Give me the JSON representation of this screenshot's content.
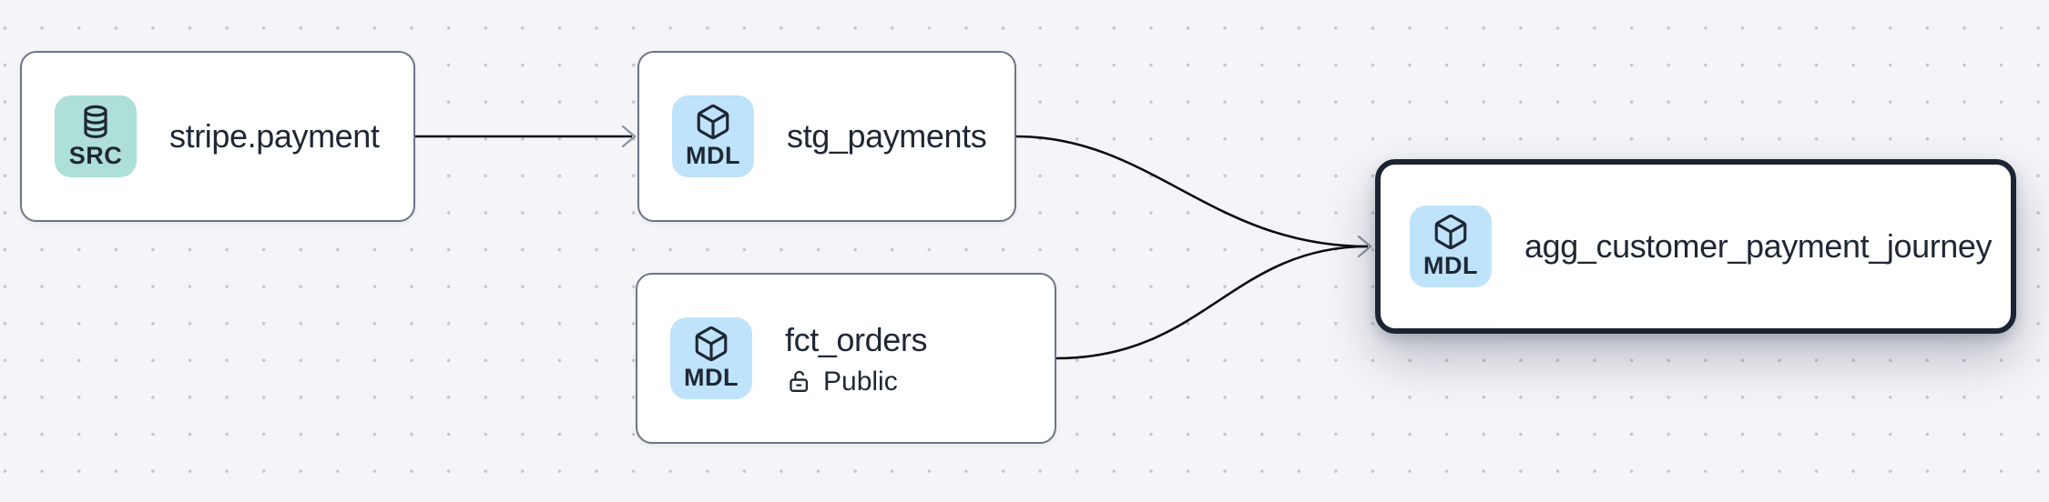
{
  "app": {
    "view": "data-lineage-graph"
  },
  "nodes": [
    {
      "id": "stripe.payment",
      "title": "stripe.payment",
      "badge_label": "SRC",
      "badge_icon": "database-icon",
      "node_type": "source",
      "selected": false
    },
    {
      "id": "stg_payments",
      "title": "stg_payments",
      "badge_label": "MDL",
      "badge_icon": "cube-icon",
      "node_type": "model",
      "selected": false
    },
    {
      "id": "fct_orders",
      "title": "fct_orders",
      "badge_label": "MDL",
      "badge_icon": "cube-icon",
      "node_type": "model",
      "access": "Public",
      "access_icon": "unlock-icon",
      "selected": false
    },
    {
      "id": "agg_customer_payment_journey",
      "title": "agg_customer_payment_journey",
      "badge_label": "MDL",
      "badge_icon": "cube-icon",
      "node_type": "model",
      "selected": true
    }
  ],
  "edges": [
    {
      "source": "stripe.payment",
      "target": "stg_payments"
    },
    {
      "source": "stg_payments",
      "target": "agg_customer_payment_journey"
    },
    {
      "source": "fct_orders",
      "target": "agg_customer_payment_journey"
    }
  ],
  "colors": {
    "canvas_background": "#f4f5f8",
    "canvas_dot": "#c3c7d0",
    "node_background": "#ffffff",
    "node_border": "#6d7585",
    "selected_node_border": "#1c2433",
    "source_badge_background": "#aedfd8",
    "model_badge_background": "#bfe3fa",
    "text": "#1f2735",
    "edge": "#0b0d11",
    "arrowhead": "#8b92a2"
  }
}
